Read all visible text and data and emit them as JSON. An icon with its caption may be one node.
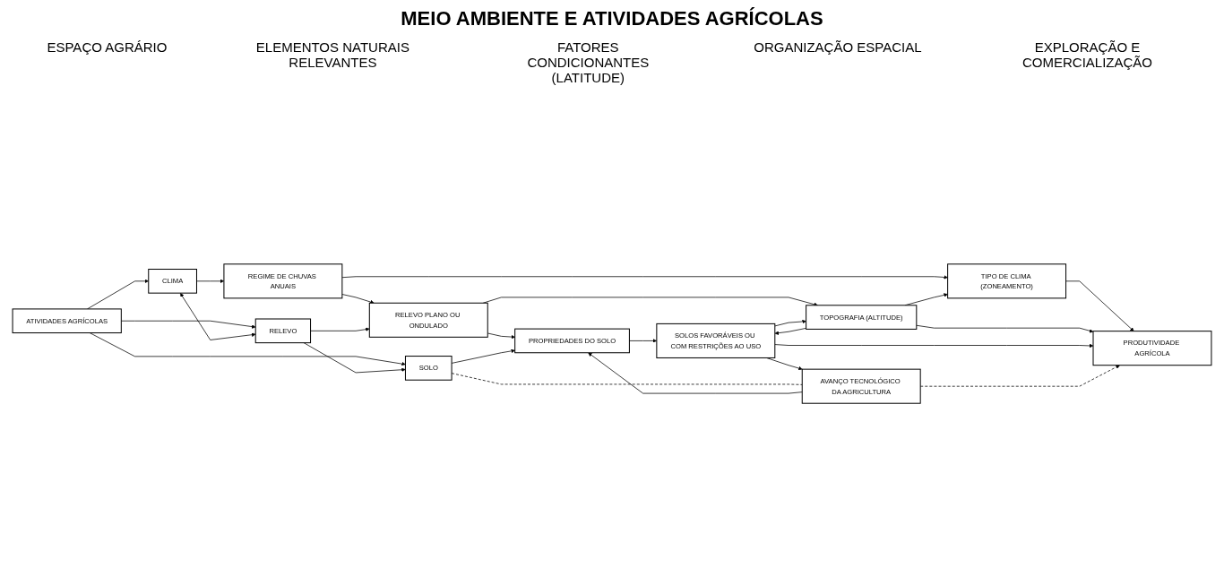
{
  "diagram": {
    "title": "MEIO AMBIENTE E ATIVIDADES AGRÍCOLAS",
    "nodes": [
      {
        "text": [
          "ATIVIDADES AGRÍCOLAS"
        ]
      },
      {
        "text": [
          "CLIMA"
        ]
      },
      {
        "text": [
          "REGIME DE CHUVAS ANUAIS"
        ]
      },
      {
        "text": [
          "TIPO DE CLIMA (ZONEAMENTO)"
        ]
      },
      {
        "text": [
          "RELEVO"
        ]
      },
      {
        "text": [
          "RELEVO PLANO OU ONDULADO"
        ]
      },
      {
        "text": [
          "TOPOGRAFIA (ALTITUDE)"
        ]
      },
      {
        "text": [
          "PRODUTIVIDADE AGRÍCOLA"
        ]
      },
      {
        "text": [
          "SOLO"
        ]
      },
      {
        "text": [
          "PROPRIEDADES DO SOLO"
        ]
      },
      {
        "text": [
          "SOLOS FAVORÁVEIS OU COM RESTRIÇÕES AO USO"
        ]
      },
      {
        "text": [
          "AVANÇO TECNOLÓGICO DA AGRICULTURA"
        ]
      }
    ],
    "edges": [
      {
        "from": 0,
        "to": 1,
        "arrow": "to"
      },
      {
        "from": 0,
        "to": 4,
        "arrow": "to"
      },
      {
        "from": 0,
        "to": 8,
        "arrow": "to"
      },
      {
        "from": 1,
        "to": 4,
        "arrow": "both"
      },
      {
        "from": 4,
        "to": 8,
        "arrow": "to"
      },
      {
        "from": 1,
        "to": 2,
        "arrow": "to"
      },
      {
        "from": 2,
        "to": 5,
        "arrow": "to"
      },
      {
        "from": 4,
        "to": 5,
        "arrow": "to"
      },
      {
        "from": 5,
        "to": 9,
        "arrow": "to"
      },
      {
        "from": 8,
        "to": 9,
        "arrow": "to"
      },
      {
        "from": 2,
        "to": 3,
        "arrow": "to"
      },
      {
        "from": 6,
        "to": 3,
        "arrow": "to"
      },
      {
        "from": 5,
        "to": 6,
        "arrow": "to"
      },
      {
        "from": 6,
        "to": 10,
        "arrow": "to"
      },
      {
        "from": 10,
        "to": 6,
        "arrow": "to"
      },
      {
        "from": 9,
        "to": 10,
        "arrow": "to"
      },
      {
        "from": 3,
        "to": 7,
        "arrow": "to"
      },
      {
        "from": 6,
        "to": 7,
        "arrow": "to"
      },
      {
        "from": 10,
        "to": 7,
        "arrow": "to"
      },
      {
        "from": 11,
        "to": 9,
        "arrow": "to"
      },
      {
        "from": 10,
        "to": 11,
        "arrow": "to"
      },
      {
        "from": 8,
        "to": 11,
        "arrow": "none",
        "style": "dashed"
      },
      {
        "from": 11,
        "to": 7,
        "arrow": "to",
        "style": "dashed"
      }
    ],
    "labels": [
      "ESPAÇO AGRÁRIO",
      "ELEMENTOS NATURAIS RELEVANTES",
      "FATORES CONDICIONANTES (LATITUDE)",
      "ORGANIZAÇÃO ESPACIAL",
      "EXPLORAÇÃO E COMERCIALIZAÇÃO"
    ]
  }
}
